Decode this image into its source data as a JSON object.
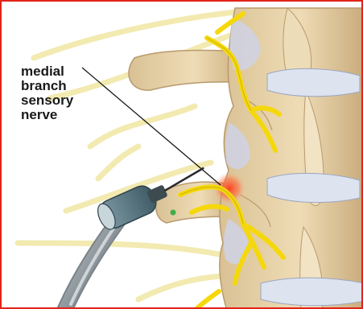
{
  "illustration": {
    "label_lines": [
      "medial",
      "branch",
      "sensory",
      "nerve"
    ],
    "colors": {
      "border": "#e2231a",
      "bone": "#e4cfa6",
      "bone_shadow": "#b89a6d",
      "disc": "#dde3ef",
      "nerve": "#f5d80c",
      "nerve_outline": "#b89a00",
      "peripheral_nerve": "#f2eab0",
      "hot_spot": "#ff4a2a",
      "probe_tube": "#9aa3a8",
      "probe_tip": "#5f7d88"
    },
    "icons": [
      "probe-needle",
      "spine-vertebrae",
      "nerve"
    ]
  }
}
